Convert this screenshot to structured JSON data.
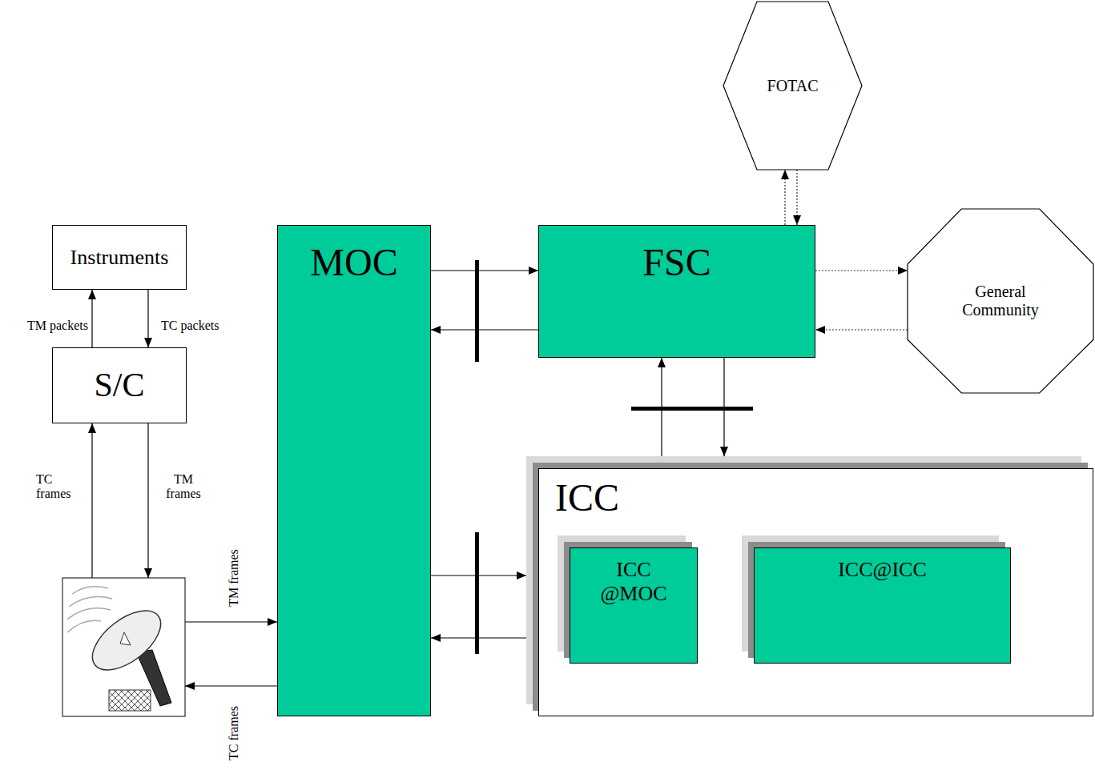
{
  "diagram": {
    "nodes": [
      {
        "text": [
          "FOTAC"
        ]
      },
      {
        "text": [
          "Instruments"
        ]
      },
      {
        "text": [
          "MOC"
        ]
      },
      {
        "text": [
          "FSC"
        ]
      },
      {
        "text": [
          "General Community"
        ]
      },
      {
        "text": [
          "S/C"
        ]
      },
      {
        "text": [
          "ICC"
        ]
      },
      {
        "text": [
          "ICC @MOC"
        ],
        "in": 6
      },
      {
        "text": [
          "ICC@ICC"
        ],
        "in": 6
      }
    ],
    "edges": [
      {
        "from": 3,
        "to": 0,
        "arrow": "to"
      },
      {
        "from": 0,
        "to": 3,
        "arrow": "to"
      },
      {
        "from": 5,
        "to": 1,
        "label": "TM packets",
        "arrow": "to"
      },
      {
        "from": 1,
        "to": 5,
        "label": "TC packets",
        "arrow": "to"
      },
      {
        "from": 2,
        "to": 3,
        "arrow": "to"
      },
      {
        "from": 3,
        "to": 2,
        "arrow": "to"
      },
      {
        "from": 3,
        "to": 4,
        "arrow": "to"
      },
      {
        "from": 4,
        "to": 3,
        "arrow": "to"
      },
      {
        "from": 3,
        "to": 6,
        "arrow": "to"
      },
      {
        "from": 6,
        "to": 3,
        "arrow": "to"
      },
      {
        "from": 2,
        "to": 6,
        "arrow": "to"
      },
      {
        "from": 6,
        "to": 2,
        "arrow": "to"
      }
    ],
    "labels": [
      "TC frames",
      "TM frames",
      "TM frames",
      "TC frames"
    ]
  }
}
